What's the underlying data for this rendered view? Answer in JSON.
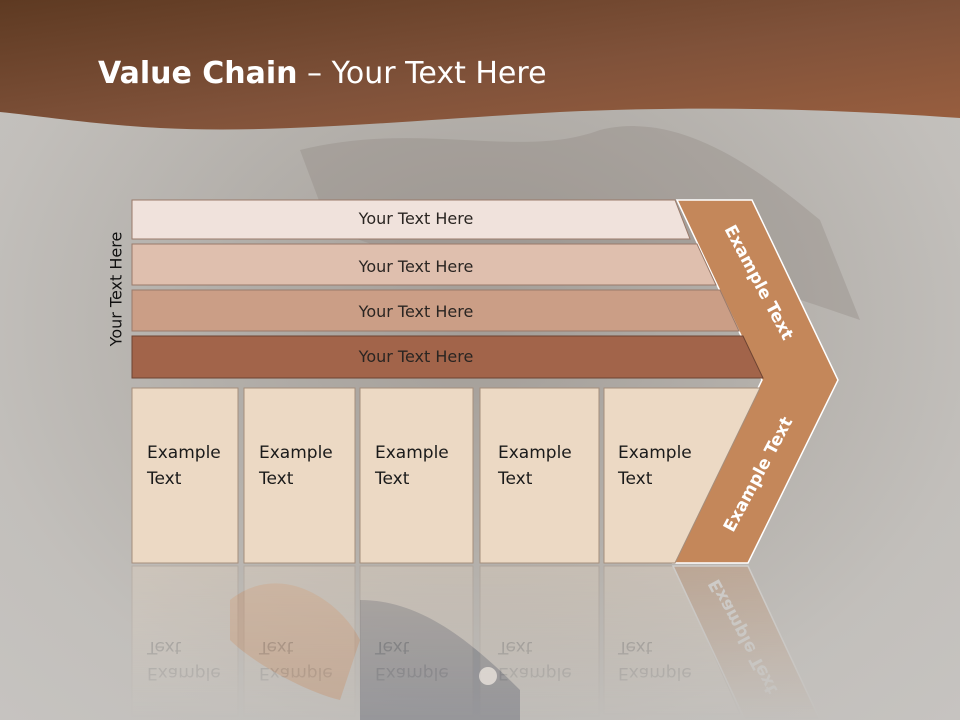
{
  "slide": {
    "title_bold": "Value Chain",
    "title_rest": " – Your Text Here",
    "side_label": "Your Text Here",
    "bars": [
      {
        "label": "Your Text Here",
        "color": "#f0e2dc"
      },
      {
        "label": "Your Text Here",
        "color": "#dfbfae"
      },
      {
        "label": "Your Text Here",
        "color": "#cb9e86"
      },
      {
        "label": "Your Text Here",
        "color": "#a2644a"
      }
    ],
    "cells": [
      {
        "label": "Example Text"
      },
      {
        "label": "Example Text"
      },
      {
        "label": "Example Text"
      },
      {
        "label": "Example Text"
      },
      {
        "label": "Example Text"
      }
    ],
    "chevron_upper_label": "Example Text",
    "chevron_lower_label": "Example Text",
    "colors": {
      "header_dark": "#5e3a22",
      "header_light": "#9a5f3f",
      "chevron": "#c4875a",
      "cell_fill": "#ecd9c4"
    }
  }
}
